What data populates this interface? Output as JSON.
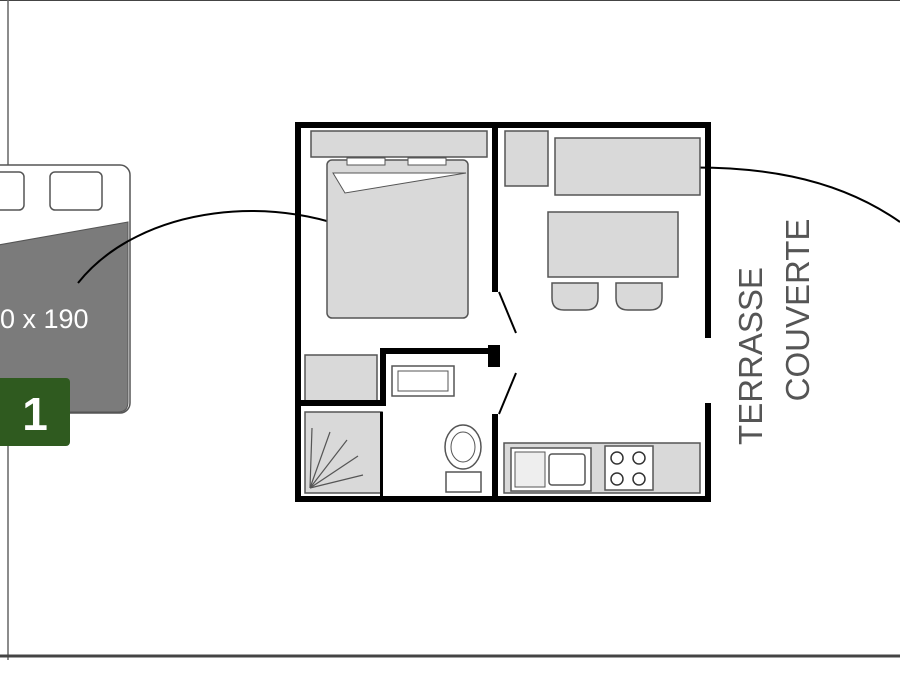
{
  "bed_callout": {
    "size_text": "0 x 190",
    "badge_number": "1",
    "bed_color": "#7b7b7b",
    "badge_color": "#2f5a1f"
  },
  "terrace": {
    "line1": "TERRASSE",
    "line2": "COUVERTE"
  },
  "colors": {
    "wall": "#000000",
    "fixture_fill": "#d9d9d9",
    "fixture_stroke": "#555555"
  }
}
